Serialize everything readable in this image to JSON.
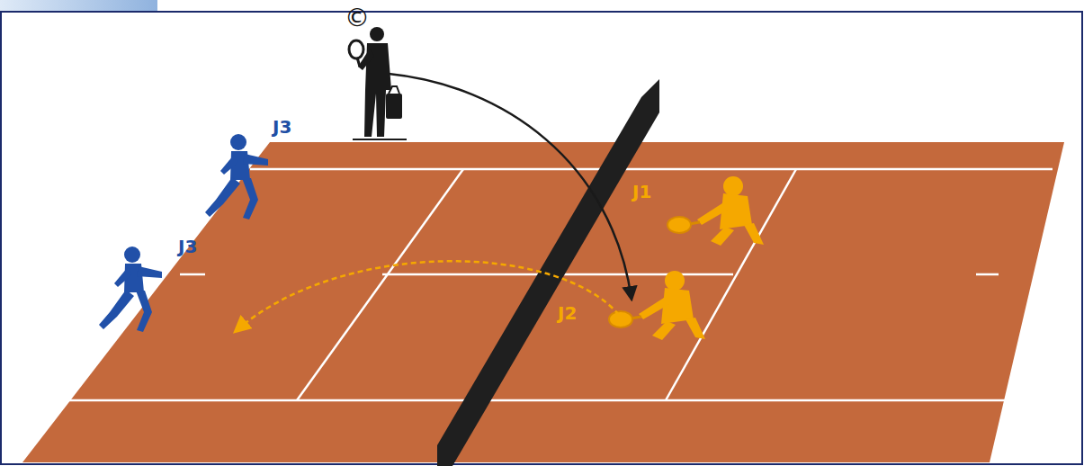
{
  "diagram": {
    "labels": [
      "©",
      "J3",
      "J3",
      "J1",
      "J2"
    ]
  }
}
